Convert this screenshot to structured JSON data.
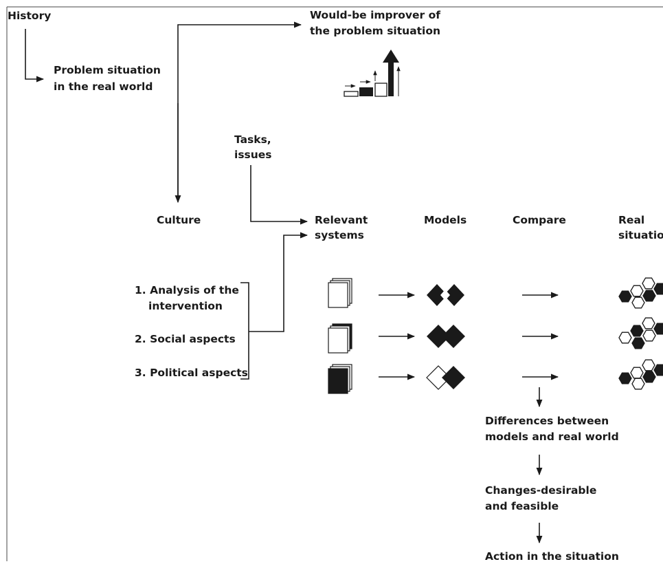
{
  "labels": {
    "history": "History",
    "problem_situation_1": "Problem situation",
    "problem_situation_2": "in the real world",
    "improver_1": "Would-be improver of",
    "improver_2": "the problem situation",
    "tasks_1": "Tasks,",
    "tasks_2": "issues",
    "culture": "Culture",
    "relevant_1": "Relevant",
    "relevant_2": "systems",
    "models": "Models",
    "compare": "Compare",
    "real_1": "Real",
    "real_2": "situation",
    "analysis_1": "1. Analysis of the",
    "analysis_2": "intervention",
    "social": "2. Social aspects",
    "political": "3. Political aspects",
    "differences_1": "Differences between",
    "differences_2": "models and real world",
    "changes_1": "Changes-desirable",
    "changes_2": "and feasible",
    "action": "Action in the situation"
  },
  "colors": {
    "ink": "#1a1a1a",
    "background": "#ffffff"
  }
}
